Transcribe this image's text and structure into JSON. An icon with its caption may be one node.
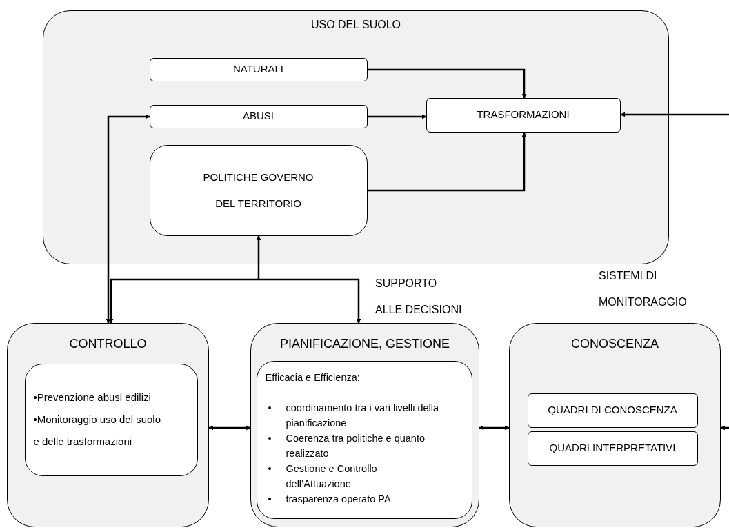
{
  "diagram": {
    "nodes": [
      {
        "text": [
          "USO DEL SUOLO"
        ]
      },
      {
        "text": [
          "NATURALI"
        ],
        "in": 0
      },
      {
        "text": [
          "ABUSI"
        ],
        "in": 0
      },
      {
        "text": [
          "TRASFORMAZIONI"
        ],
        "in": 0
      },
      {
        "text": [
          "POLITICHE GOVERNO DEL TERRITORIO"
        ],
        "in": 0
      },
      {
        "text": [
          "CONTROLLO"
        ]
      },
      {
        "text": [
          "•Prevenzione abusi edilizi",
          "•Monitoraggio uso del suolo e delle trasformazioni"
        ],
        "in": 5
      },
      {
        "text": [
          "PIANIFICAZIONE, GESTIONE"
        ]
      },
      {
        "text": [
          "Efficacia e Efficienza:",
          "• coordinamento tra i vari livelli della pianificazione",
          "• Coerenza tra politiche e quanto realizzato",
          "• Gestione e Controllo dell’Attuazione",
          "• trasparenza operato PA"
        ],
        "in": 7
      },
      {
        "text": [
          "CONOSCENZA"
        ]
      },
      {
        "text": [
          "QUADRI DI CONOSCENZA"
        ],
        "in": 9
      },
      {
        "text": [
          "QUADRI INTERPRETATIVI"
        ],
        "in": 9
      }
    ],
    "edges": [
      {
        "from": 1,
        "to": 3,
        "arrow": "to"
      },
      {
        "from": 2,
        "to": 3,
        "arrow": "to"
      },
      {
        "from": 4,
        "to": 3,
        "arrow": "to"
      },
      {
        "from": null,
        "to": 3,
        "arrow": "to"
      },
      {
        "from": 2,
        "to": 5,
        "arrow": "both"
      },
      {
        "from": null,
        "to": 4,
        "arrow": "to"
      },
      {
        "from": null,
        "to": 5,
        "arrow": "to"
      },
      {
        "from": null,
        "to": 7,
        "arrow": "to"
      },
      {
        "from": 5,
        "to": 7,
        "arrow": "both"
      },
      {
        "from": 7,
        "to": 9,
        "arrow": "both"
      },
      {
        "from": null,
        "to": 9,
        "arrow": "to"
      }
    ],
    "labels": [
      "SUPPORTO ALLE DECISIONI",
      "SISTEMI DI MONITORAGGIO"
    ]
  }
}
